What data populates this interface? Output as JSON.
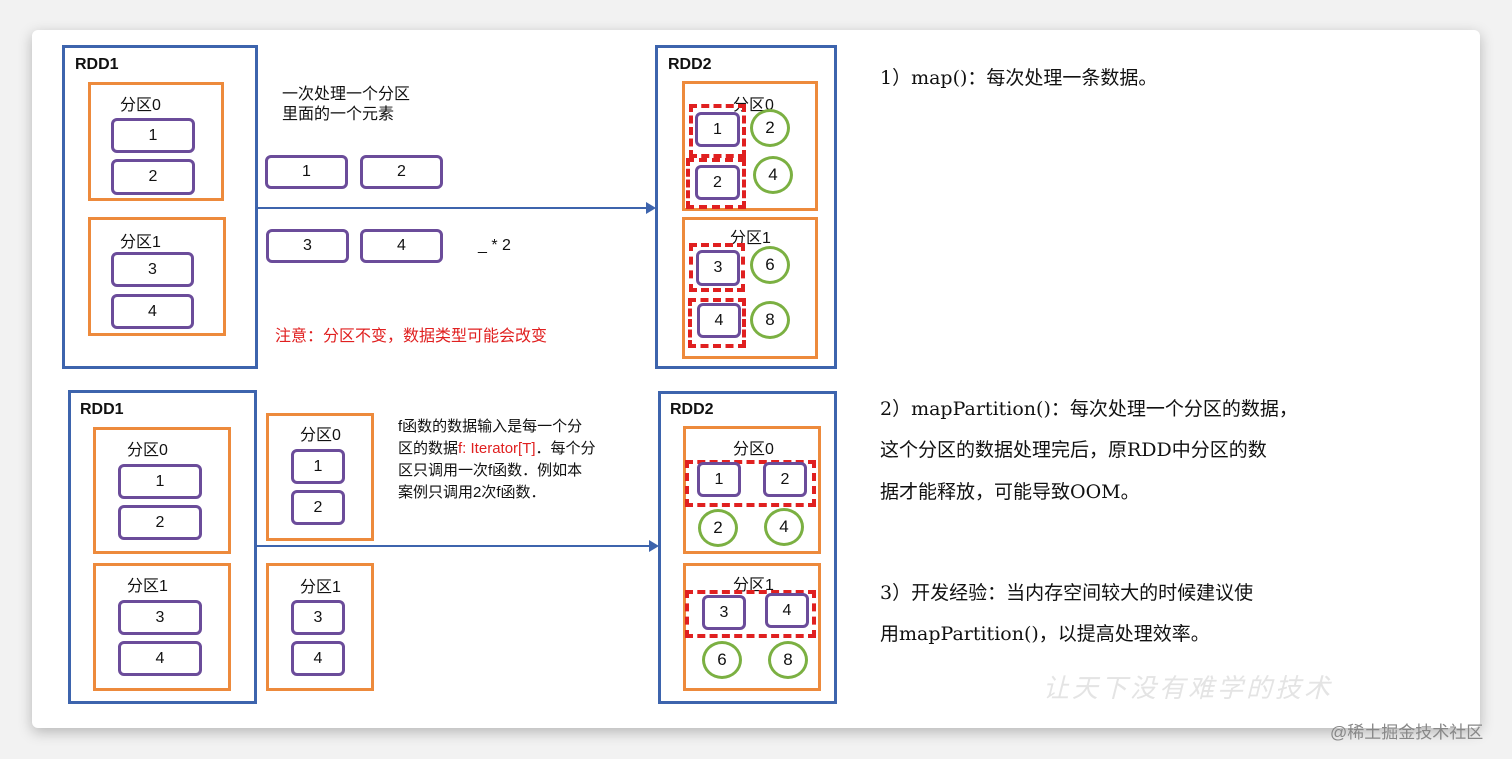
{
  "top": {
    "rdd1": "RDD1",
    "rdd2": "RDD2",
    "p0": "分区0",
    "p1": "分区1",
    "desc": [
      "一次处理一个分区",
      "里面的一个元素"
    ],
    "items": [
      "1",
      "2",
      "3",
      "4"
    ],
    "results": [
      "2",
      "4",
      "6",
      "8"
    ],
    "func": "_ * 2",
    "note": "注意：分区不变，数据类型可能会改变"
  },
  "bottom": {
    "rdd1": "RDD1",
    "rdd2": "RDD2",
    "p0": "分区0",
    "p1": "分区1",
    "items": [
      "1",
      "2",
      "3",
      "4"
    ],
    "results": [
      "2",
      "4",
      "6",
      "8"
    ],
    "desc_a": "f函数的数据输入是每一个分",
    "desc_b1": "区的数据",
    "desc_b_red": "f: Iterator[T]",
    "desc_b2": "．每个分",
    "desc_c": "区只调用一次f函数．例如本",
    "desc_d": "案例只调用2次f函数．"
  },
  "right": {
    "p1": "1）map()：每次处理一条数据。",
    "p2": [
      "2）mapPartition()：每次处理一个分区的数据，",
      "这个分区的数据处理完后，原RDD中分区的数",
      "据才能释放，可能导致OOM。"
    ],
    "p3": [
      "3）开发经验：当内存空间较大的时候建议使",
      "用mapPartition()，以提高处理效率。"
    ]
  },
  "watermark": "让天下没有难学的技术",
  "credit": "@稀土掘金技术社区"
}
